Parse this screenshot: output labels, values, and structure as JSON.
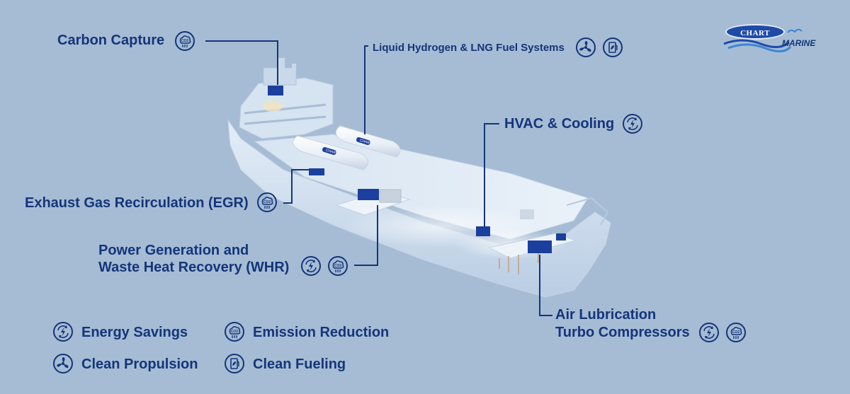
{
  "logo": {
    "badge_text": "CHART",
    "sub_text": "MARINE"
  },
  "callouts": {
    "carbon_capture": "Carbon Capture",
    "hydrogen_lng": "Liquid Hydrogen & LNG Fuel Systems",
    "hvac": "HVAC & Cooling",
    "egr": "Exhaust Gas Recirculation (EGR)",
    "power_gen_line1": "Power Generation and",
    "power_gen_line2": "Waste Heat Recovery (WHR)",
    "air_lub_line1": "Air Lubrication",
    "air_lub_line2": "Turbo Compressors"
  },
  "tank_label": "CHART",
  "legend": {
    "energy_savings": "Energy Savings",
    "emission_reduction": "Emission Reduction",
    "clean_propulsion": "Clean Propulsion",
    "clean_fueling": "Clean Fueling"
  },
  "icon_mapping": {
    "energy-savings": "circular-arrows-lightning-icon",
    "emission-reduction": "co2-cloud-icon",
    "clean-propulsion": "propeller-fan-icon",
    "clean-fueling": "fuel-pump-leaf-icon"
  },
  "colors": {
    "background": "#a6bcd4",
    "text": "#14357a",
    "ship": "#dfe9f4",
    "equipment": "#1b3f9c"
  }
}
